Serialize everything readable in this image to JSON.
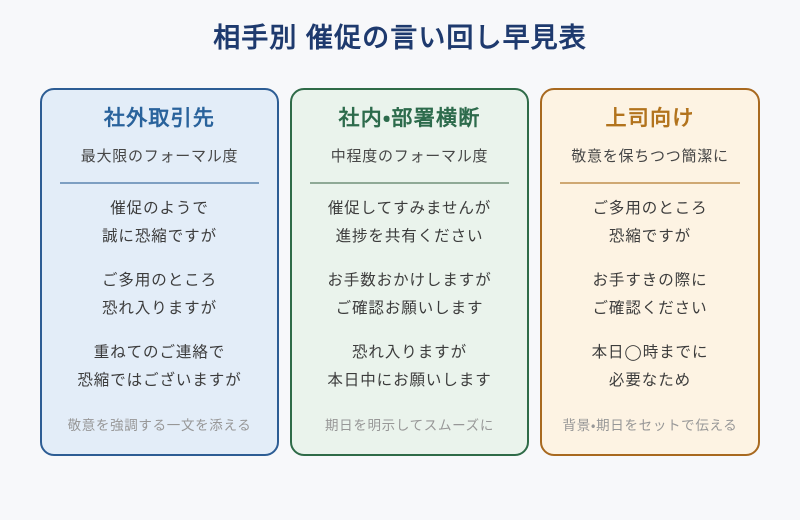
{
  "page": {
    "title": "相手別 催促の言い回し早見表",
    "title_color": "#1e3a6e",
    "background": "#f7f8fa"
  },
  "cards": [
    {
      "id": "external-partners",
      "title": "社外取引先",
      "subtitle": "最大限のフォーマル度",
      "phrases": [
        [
          "催促のようで",
          "誠に恐縮ですが"
        ],
        [
          "ご多用のところ",
          "恐れ入りますが"
        ],
        [
          "重ねてのご連絡で",
          "恐縮ではございますが"
        ]
      ],
      "footer": "敬意を強調する一文を添える",
      "colors": {
        "background": "#e3edf8",
        "border": "#2d5d94",
        "heading": "#2a639c",
        "divider": "#7d9fc2"
      }
    },
    {
      "id": "internal-cross-department",
      "title": "社内・部署横断",
      "subtitle": "中程度のフォーマル度",
      "phrases": [
        [
          "催促してすみませんが",
          "進捗を共有ください"
        ],
        [
          "お手数おかけしますが",
          "ご確認お願いします"
        ],
        [
          "恐れ入りますが",
          "本日中にお願いします"
        ]
      ],
      "footer": "期日を明示してスムーズに",
      "colors": {
        "background": "#eaf3ec",
        "border": "#2f6b48",
        "heading": "#2d6b4c",
        "divider": "#8fa996"
      }
    },
    {
      "id": "for-boss",
      "title": "上司向け",
      "subtitle": "敬意を保ちつつ簡潔に",
      "phrases": [
        [
          "ご多用のところ",
          "恐縮ですが"
        ],
        [
          "お手すきの際に",
          "ご確認ください"
        ],
        [
          "本日◯時までに",
          "必要なため"
        ]
      ],
      "footer": "背景・期日をセットで伝える",
      "colors": {
        "background": "#fdf3e3",
        "border": "#a8691f",
        "heading": "#b2731d",
        "divider": "#cfa873"
      }
    }
  ]
}
